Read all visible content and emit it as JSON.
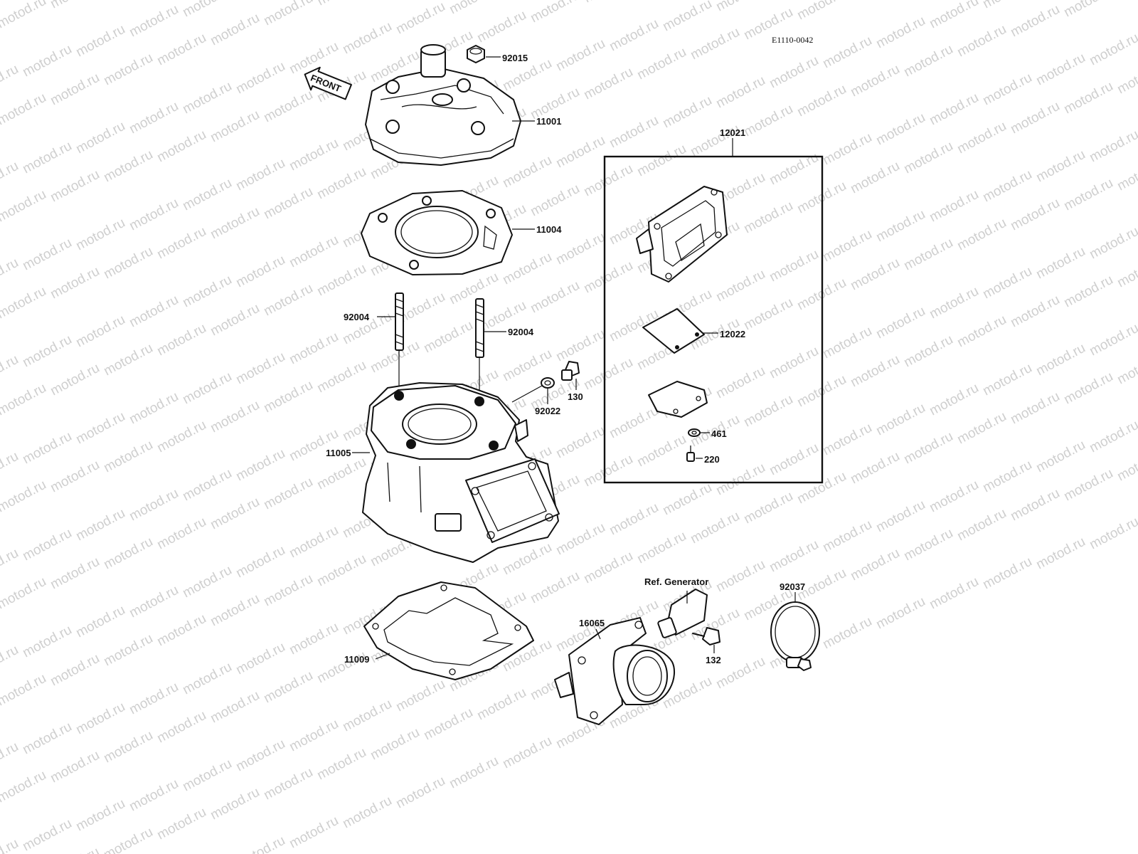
{
  "diagram": {
    "code": "E1110-0042",
    "front_arrow": "FRONT",
    "watermark": "motod.ru",
    "box_label": "12021",
    "parts": {
      "nut_top": "92015",
      "cylinder_head": "11001",
      "head_gasket": "11004",
      "stud_left": "92004",
      "stud_right": "92004",
      "washer": "92022",
      "bolt_130": "130",
      "cylinder": "11005",
      "base_gasket": "11009",
      "reed_valve": "12022",
      "washer_461": "461",
      "screw_220": "220",
      "ref_generator": "Ref. Generator",
      "intake_pipe": "16065",
      "bolt_132": "132",
      "clamp": "92037"
    }
  }
}
